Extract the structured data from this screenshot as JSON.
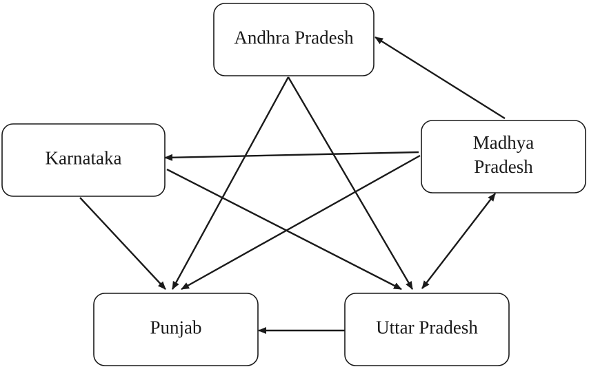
{
  "diagram": {
    "type": "directed-graph",
    "colors": {
      "stroke": "#1a1a1a",
      "background": "#ffffff"
    },
    "nodes": [
      {
        "id": "ap",
        "lines": [
          "Andhra Pradesh"
        ]
      },
      {
        "id": "ka",
        "lines": [
          "Karnataka"
        ]
      },
      {
        "id": "mp",
        "lines": [
          "Madhya",
          "Pradesh"
        ]
      },
      {
        "id": "pb",
        "lines": [
          "Punjab"
        ]
      },
      {
        "id": "up",
        "lines": [
          "Uttar Pradesh"
        ]
      }
    ],
    "edges": [
      {
        "from": "mp",
        "to": "ap"
      },
      {
        "from": "ap",
        "to": "pb"
      },
      {
        "from": "ap",
        "to": "up"
      },
      {
        "from": "mp",
        "to": "ka"
      },
      {
        "from": "ka",
        "to": "pb"
      },
      {
        "from": "ka",
        "to": "up"
      },
      {
        "from": "mp",
        "to": "pb"
      },
      {
        "from": "up",
        "to": "mp",
        "bidirectional": true
      },
      {
        "from": "up",
        "to": "pb"
      }
    ]
  }
}
